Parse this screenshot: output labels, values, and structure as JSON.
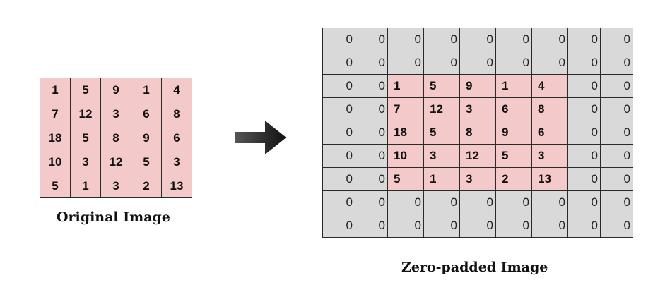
{
  "original": {
    "caption": "Original Image",
    "rows": [
      [
        "1",
        "5",
        "9",
        "1",
        "4"
      ],
      [
        "7",
        "12",
        "3",
        "6",
        "8"
      ],
      [
        "18",
        "5",
        "8",
        "9",
        "6"
      ],
      [
        "10",
        "3",
        "12",
        "5",
        "3"
      ],
      [
        "5",
        "1",
        "3",
        "2",
        "13"
      ]
    ]
  },
  "padded": {
    "caption": "Zero-padded Image",
    "pad_value": "0",
    "pad_width": 2,
    "size": 9
  },
  "colors": {
    "original_cell": "#f4c9c9",
    "padding_cell": "#d9d9d9",
    "arrow": "#1a1a1a"
  },
  "icons": {
    "arrow": "right-arrow-icon"
  }
}
